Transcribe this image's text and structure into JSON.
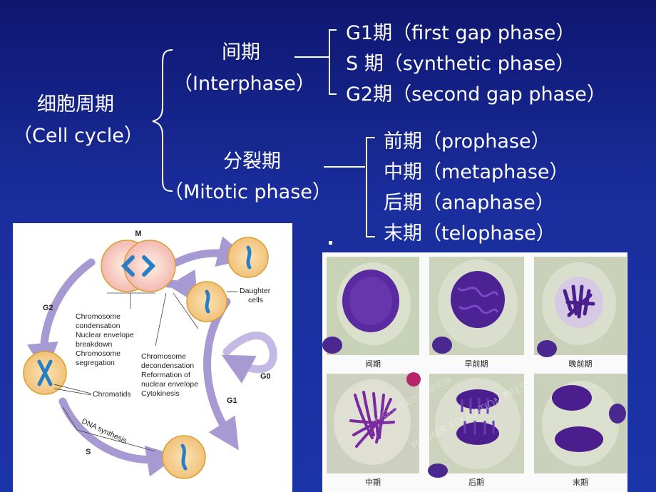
{
  "root": {
    "cn": "细胞周期",
    "en": "（Cell cycle）"
  },
  "interphase": {
    "cn": "间期",
    "en": "（Interphase）"
  },
  "interphase_items": [
    "G1期（first gap phase）",
    "S  期（synthetic phase）",
    "G2期（second gap phase）"
  ],
  "mitotic": {
    "cn": "分裂期",
    "en": "（Mitotic phase）"
  },
  "mitotic_items": [
    "前期（prophase）",
    "中期（metaphase）",
    "后期（anaphase）",
    "末期（telophase）"
  ],
  "cycle_diagram": {
    "m": "M",
    "g2": "G2",
    "s": "S",
    "g1": "G1",
    "g0": "G0",
    "daughter_1": "Daughter",
    "daughter_2": "cells",
    "dna_synthesis": "DNA synthesis",
    "chromatids": "Chromatids",
    "left_notes": [
      "Chromosome",
      "condensation",
      "Nuclear envelope",
      "breakdown",
      "Chromosome",
      "segregation"
    ],
    "right_notes": [
      "Chromosome",
      "decondensation",
      "Reformation of",
      "nuclear envelope",
      "Cytokinesis"
    ]
  },
  "micro_captions": [
    "间期",
    "早前期",
    "晚前期",
    "中期",
    "后期",
    "末期"
  ],
  "watermark": "HIGHER EDUCATION PRESS",
  "colors": {
    "bg": "#1b2ea0",
    "arrow": "#a79ad2",
    "cell": "#f6cf8e",
    "chromosome": "#2a7fc4",
    "stain": "#5a2aa0"
  }
}
